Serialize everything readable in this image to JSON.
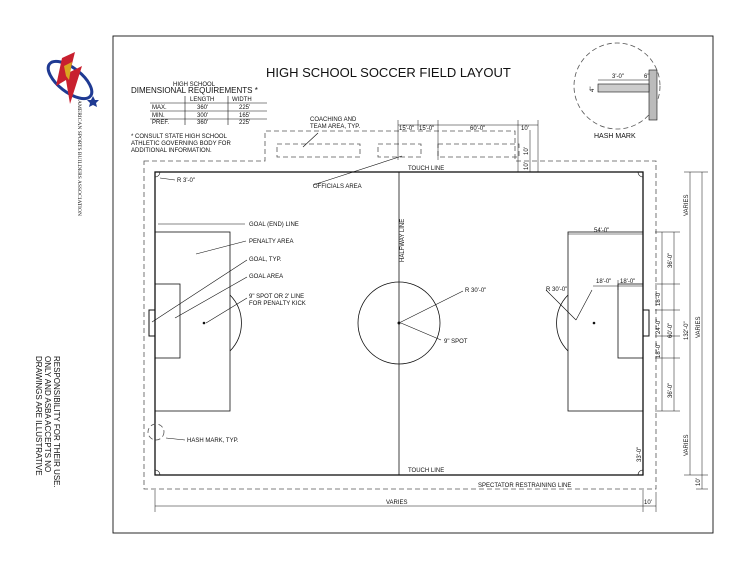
{
  "title": "HIGH SCHOOL SOCCER FIELD LAYOUT",
  "brand": {
    "logo_text": "AMERICAN SPORTS BUILDERS ASSOCIATION",
    "colors": {
      "red": "#c8202f",
      "blue": "#1f3a93",
      "gold": "#d9a520"
    }
  },
  "requirements": {
    "heading1": "HIGH SCHOOL",
    "heading2": "DIMENSIONAL REQUIREMENTS *",
    "col_length": "LENGTH",
    "col_width": "WIDTH",
    "rows": [
      {
        "label": "MAX.",
        "length": "360'",
        "width": "225'"
      },
      {
        "label": "MIN.",
        "length": "300'",
        "width": "165'"
      },
      {
        "label": "PREF.",
        "length": "360'",
        "width": "225'"
      }
    ],
    "note": [
      "* CONSULT STATE HIGH SCHOOL",
      "ATHLETIC GOVERNING BODY FOR",
      "ADDITIONAL INFORMATION."
    ]
  },
  "labels": {
    "coaching_1": "COACHING AND",
    "coaching_2": "TEAM AREA, TYP.",
    "officials": "OFFICIALS AREA",
    "touch_top": "TOUCH LINE",
    "touch_bottom": "TOUCH LINE",
    "corner_radius": "R 3'-0\"",
    "goal_line": "GOAL (END) LINE",
    "penalty_area": "PENALTY AREA",
    "goal_typ": "GOAL, TYP.",
    "goal_area": "GOAL AREA",
    "spot_1": "9\" SPOT OR 2' LINE",
    "spot_2": "FOR PENALTY KICK",
    "halfway": "HALFWAY LINE",
    "center_radius": "R 30'-0\"",
    "center_spot": "9\" SPOT",
    "arc_radius": "R 30'-0\"",
    "hash_typ": "HASH MARK, TYP.",
    "restraining": "SPECTATOR RESTRAINING  LINE",
    "hash_mark": "HASH MARK"
  },
  "dims": {
    "d15a": "15'-0\"",
    "d15b": "15'-0\"",
    "d60": "60'-0\"",
    "d10a": "10'",
    "d10b": "10'",
    "d10c": "10'",
    "d54": "54'-0\"",
    "d18a": "18'-0\"",
    "d18b": "18'-0\"",
    "d36a": "36'-0\"",
    "d18c": "18'-0\"",
    "d24": "24'-0\"",
    "d60v": "60'-0\"",
    "d18d": "18'-0\"",
    "d36b": "36'-0\"",
    "d132": "132'-0\"",
    "varies_right1": "VARIES",
    "varies_right2": "VARIES",
    "varies_right3": "VARIES",
    "d33": "33'-0\"",
    "d10bottom": "10'",
    "varies_bottom": "VARIES",
    "d10right": "10'",
    "hash_3": "3'-0\"",
    "hash_6": "6\"",
    "hash_4": "4\""
  },
  "disclaimer": [
    "DRAWINGS ARE ILLUSTRATIVE",
    "ONLY AND ASBA ACCEPTS NO",
    "RESPONSIBILITY FOR THEIR USE."
  ]
}
